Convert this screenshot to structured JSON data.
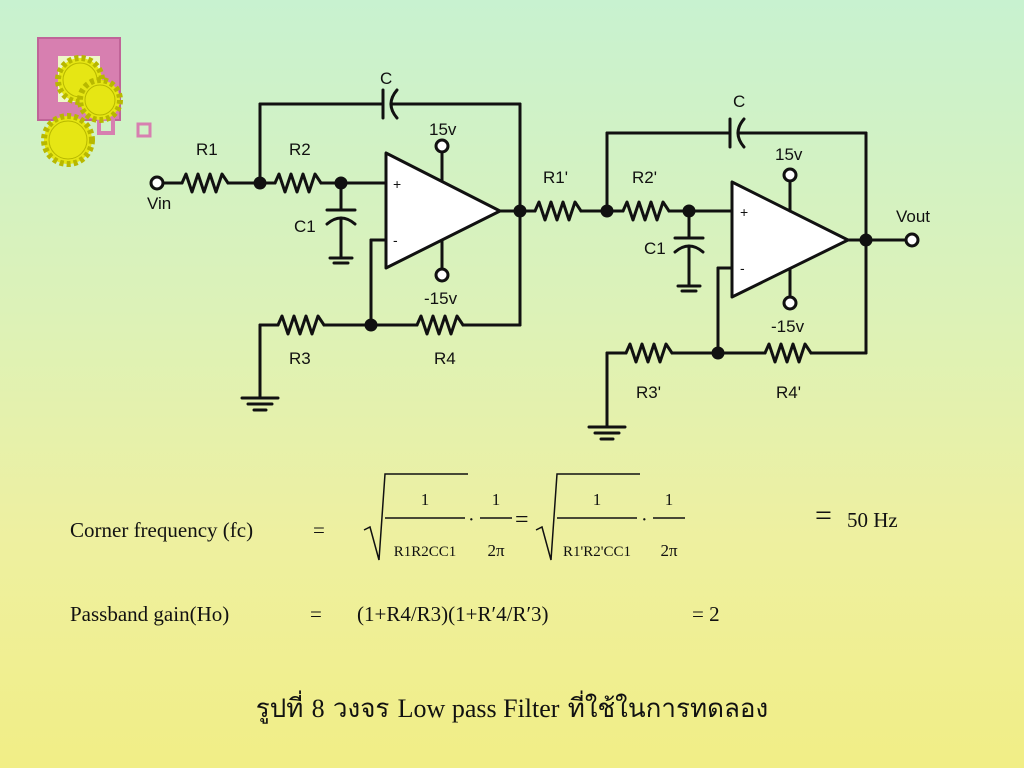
{
  "circuit": {
    "stage1": {
      "input_label": "Vin",
      "r1": "R1",
      "r2": "R2",
      "c_feedback": "C",
      "c1": "C1",
      "r3": "R3",
      "r4": "R4",
      "vplus": "15v",
      "vminus": "-15v",
      "plus_sign": "+",
      "minus_sign": "-"
    },
    "stage2": {
      "r1": "R1'",
      "r2": "R2'",
      "c_feedback": "C",
      "c1": "C1",
      "r3": "R3'",
      "r4": "R4'",
      "vplus": "15v",
      "vminus": "-15v",
      "plus_sign": "+",
      "minus_sign": "-",
      "output_label": "Vout"
    }
  },
  "formulas": {
    "corner": {
      "label": "Corner frequency (fc)",
      "eq1": "=",
      "num1": "1",
      "den1": "R1R2CC1",
      "dot1": "·",
      "num2": "1",
      "den2": "2π",
      "eq2": "=",
      "num3": "1",
      "den3": "R1'R2'CC1",
      "dot2": "·",
      "num4": "1",
      "den4": "2π",
      "eq3": "=",
      "result": "50 Hz"
    },
    "gain": {
      "label": "Passband gain(Ho)",
      "eq1": "=",
      "expr": "(1+R4/R3)(1+R′4/R′3)",
      "result": "= 2"
    }
  },
  "caption": {
    "part1": "รูปที่ ",
    "num": "8",
    "part2": " วงจร ",
    "latin": "Low pass Filter",
    "part3": " ที่ใช้ในการทดลอง"
  }
}
